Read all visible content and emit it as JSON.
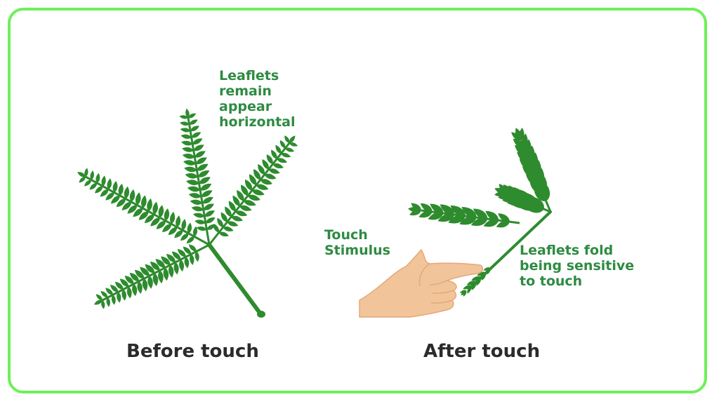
{
  "colors": {
    "border": "#6ef05a",
    "label_green": "#2e8b42",
    "leaf_green": "#2e8b2e",
    "leaf_dark": "#1d6b2a",
    "caption": "#2b2b2b",
    "skin": "#f2c49a"
  },
  "before": {
    "annotation": [
      "Leaflets",
      "remain",
      "appear",
      "horizontal"
    ],
    "caption": "Before touch"
  },
  "after": {
    "stimulus": [
      "Touch",
      "Stimulus"
    ],
    "annotation": [
      "Leaflets fold",
      "being sensitive",
      "to touch"
    ],
    "caption": "After touch"
  },
  "icons": {
    "plant_open": "open-mimosa-leaf-icon",
    "plant_folded": "folded-mimosa-leaf-icon",
    "hand": "pointing-hand-icon"
  }
}
